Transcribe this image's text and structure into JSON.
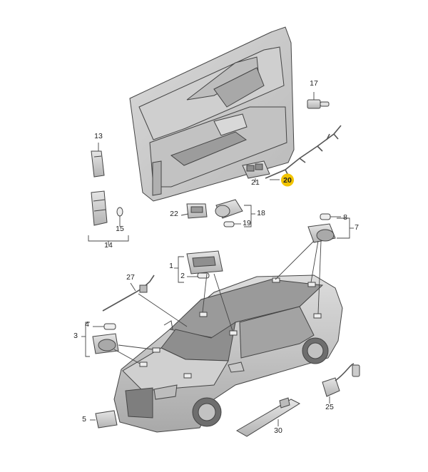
{
  "diagram": {
    "callouts": [
      {
        "id": "c1",
        "label": "1",
        "highlight": false
      },
      {
        "id": "c2",
        "label": "2",
        "highlight": false
      },
      {
        "id": "c3",
        "label": "3",
        "highlight": false
      },
      {
        "id": "c4",
        "label": "4",
        "highlight": false
      },
      {
        "id": "c5",
        "label": "5",
        "highlight": false
      },
      {
        "id": "c7",
        "label": "7",
        "highlight": false
      },
      {
        "id": "c8",
        "label": "8",
        "highlight": false
      },
      {
        "id": "c13",
        "label": "13",
        "highlight": false
      },
      {
        "id": "c14",
        "label": "14",
        "highlight": false
      },
      {
        "id": "c15",
        "label": "15",
        "highlight": false
      },
      {
        "id": "c17",
        "label": "17",
        "highlight": false
      },
      {
        "id": "c18",
        "label": "18",
        "highlight": false
      },
      {
        "id": "c19",
        "label": "19",
        "highlight": false
      },
      {
        "id": "c20",
        "label": "20",
        "highlight": true
      },
      {
        "id": "c21",
        "label": "21",
        "highlight": false
      },
      {
        "id": "c22",
        "label": "22",
        "highlight": false
      },
      {
        "id": "c25",
        "label": "25",
        "highlight": false
      },
      {
        "id": "c27",
        "label": "27",
        "highlight": false
      },
      {
        "id": "c30",
        "label": "30",
        "highlight": false
      }
    ],
    "colors": {
      "part_fill": "#d3d3d3",
      "part_shade": "#b8b8b8",
      "part_dark": "#8a8a8a",
      "line": "#444444",
      "highlight": "#f2c400",
      "car_body": "#c9c9c9",
      "glass": "#8f8f8f"
    }
  }
}
